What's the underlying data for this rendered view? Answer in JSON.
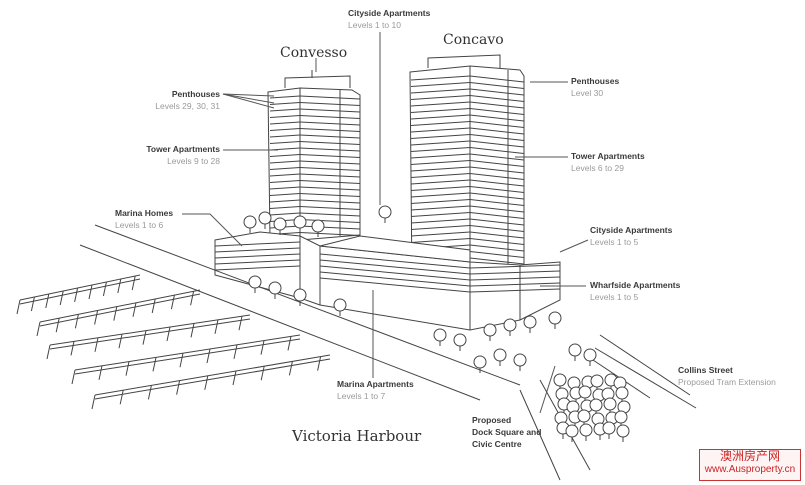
{
  "buildings": {
    "left_tower": "Convesso",
    "right_tower": "Concavo"
  },
  "labels": {
    "cityside_top": {
      "title": "Cityside Apartments",
      "sub": "Levels 1 to 10"
    },
    "penthouses_left": {
      "title": "Penthouses",
      "sub": "Levels 29, 30, 31"
    },
    "tower_left": {
      "title": "Tower Apartments",
      "sub": "Levels 9 to 28"
    },
    "marina_homes": {
      "title": "Marina Homes",
      "sub": "Levels 1 to 6"
    },
    "penthouses_right": {
      "title": "Penthouses",
      "sub": "Level 30"
    },
    "tower_right": {
      "title": "Tower Apartments",
      "sub": "Levels 6 to 29"
    },
    "cityside_right": {
      "title": "Cityside Apartments",
      "sub": "Levels 1 to 5"
    },
    "wharfside": {
      "title": "Wharfside Apartments",
      "sub": "Levels 1 to 5"
    },
    "collins": {
      "title": "Collins Street",
      "sub": "Proposed Tram Extension"
    },
    "marina_apartments": {
      "title": "Marina Apartments",
      "sub": "Levels 1 to 7"
    },
    "dock_square": {
      "line1": "Proposed",
      "line2": "Dock Square and",
      "line3": "Civic Centre"
    }
  },
  "place": "Victoria Harbour",
  "watermark": {
    "line1": "澳洲房产网",
    "line2": "www.Ausproperty.cn"
  },
  "colors": {
    "ink": "#444444",
    "label_title": "#3a3a3a",
    "label_sub": "#9a9a9a",
    "watermark": "#cc2222"
  }
}
